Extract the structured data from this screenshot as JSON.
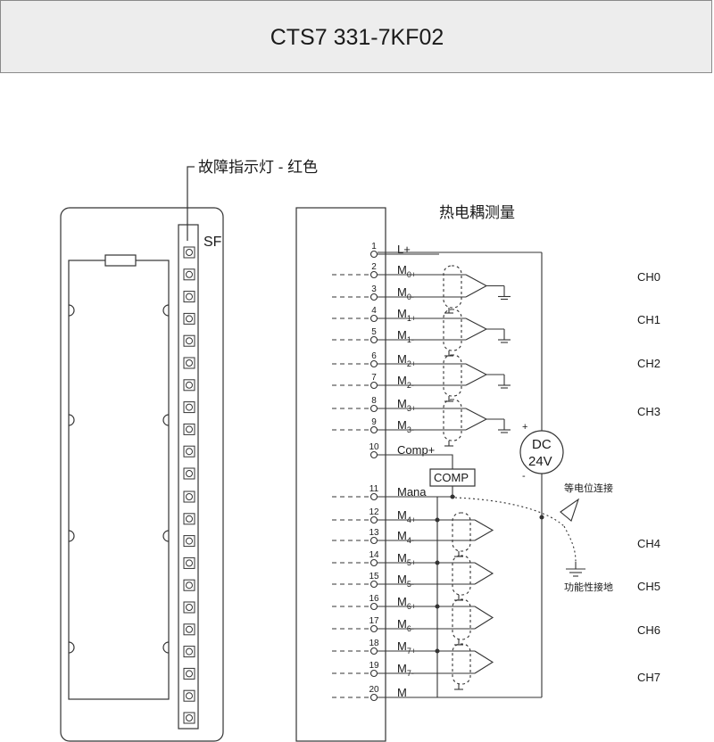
{
  "title": "CTS7 331-7KF02",
  "fault_indicator_label": "故障指示灯 - 红色",
  "sf_label": "SF",
  "thermocouple_label": "热电耦测量",
  "l_plus_label": "L+",
  "terminals": [
    {
      "num": "1",
      "main": "L+",
      "sub": ""
    },
    {
      "num": "2",
      "main": "M",
      "sub": "0+"
    },
    {
      "num": "3",
      "main": "M",
      "sub": "0-"
    },
    {
      "num": "4",
      "main": "M",
      "sub": "1+"
    },
    {
      "num": "5",
      "main": "M",
      "sub": "1-"
    },
    {
      "num": "6",
      "main": "M",
      "sub": "2+"
    },
    {
      "num": "7",
      "main": "M",
      "sub": "2-"
    },
    {
      "num": "8",
      "main": "M",
      "sub": "3+"
    },
    {
      "num": "9",
      "main": "M",
      "sub": "3-"
    },
    {
      "num": "10",
      "main": "Comp+",
      "sub": ""
    },
    {
      "num": "11",
      "main": "Mana",
      "sub": ""
    },
    {
      "num": "12",
      "main": "M",
      "sub": "4+"
    },
    {
      "num": "13",
      "main": "M",
      "sub": "4-"
    },
    {
      "num": "14",
      "main": "M",
      "sub": "5+"
    },
    {
      "num": "15",
      "main": "M",
      "sub": "5-"
    },
    {
      "num": "16",
      "main": "M",
      "sub": "6+"
    },
    {
      "num": "17",
      "main": "M",
      "sub": "6-"
    },
    {
      "num": "18",
      "main": "M",
      "sub": "7+"
    },
    {
      "num": "19",
      "main": "M",
      "sub": "7-"
    },
    {
      "num": "20",
      "main": "M",
      "sub": ""
    }
  ],
  "channels": [
    "CH0",
    "CH1",
    "CH2",
    "CH3",
    "CH4",
    "CH5",
    "CH6",
    "CH7"
  ],
  "comp_label": "COMP",
  "power": {
    "line1": "DC",
    "line2": "24V",
    "plus": "+",
    "minus": "-"
  },
  "equipotential_label": "等电位连接",
  "functional_ground_label": "功能性接地"
}
